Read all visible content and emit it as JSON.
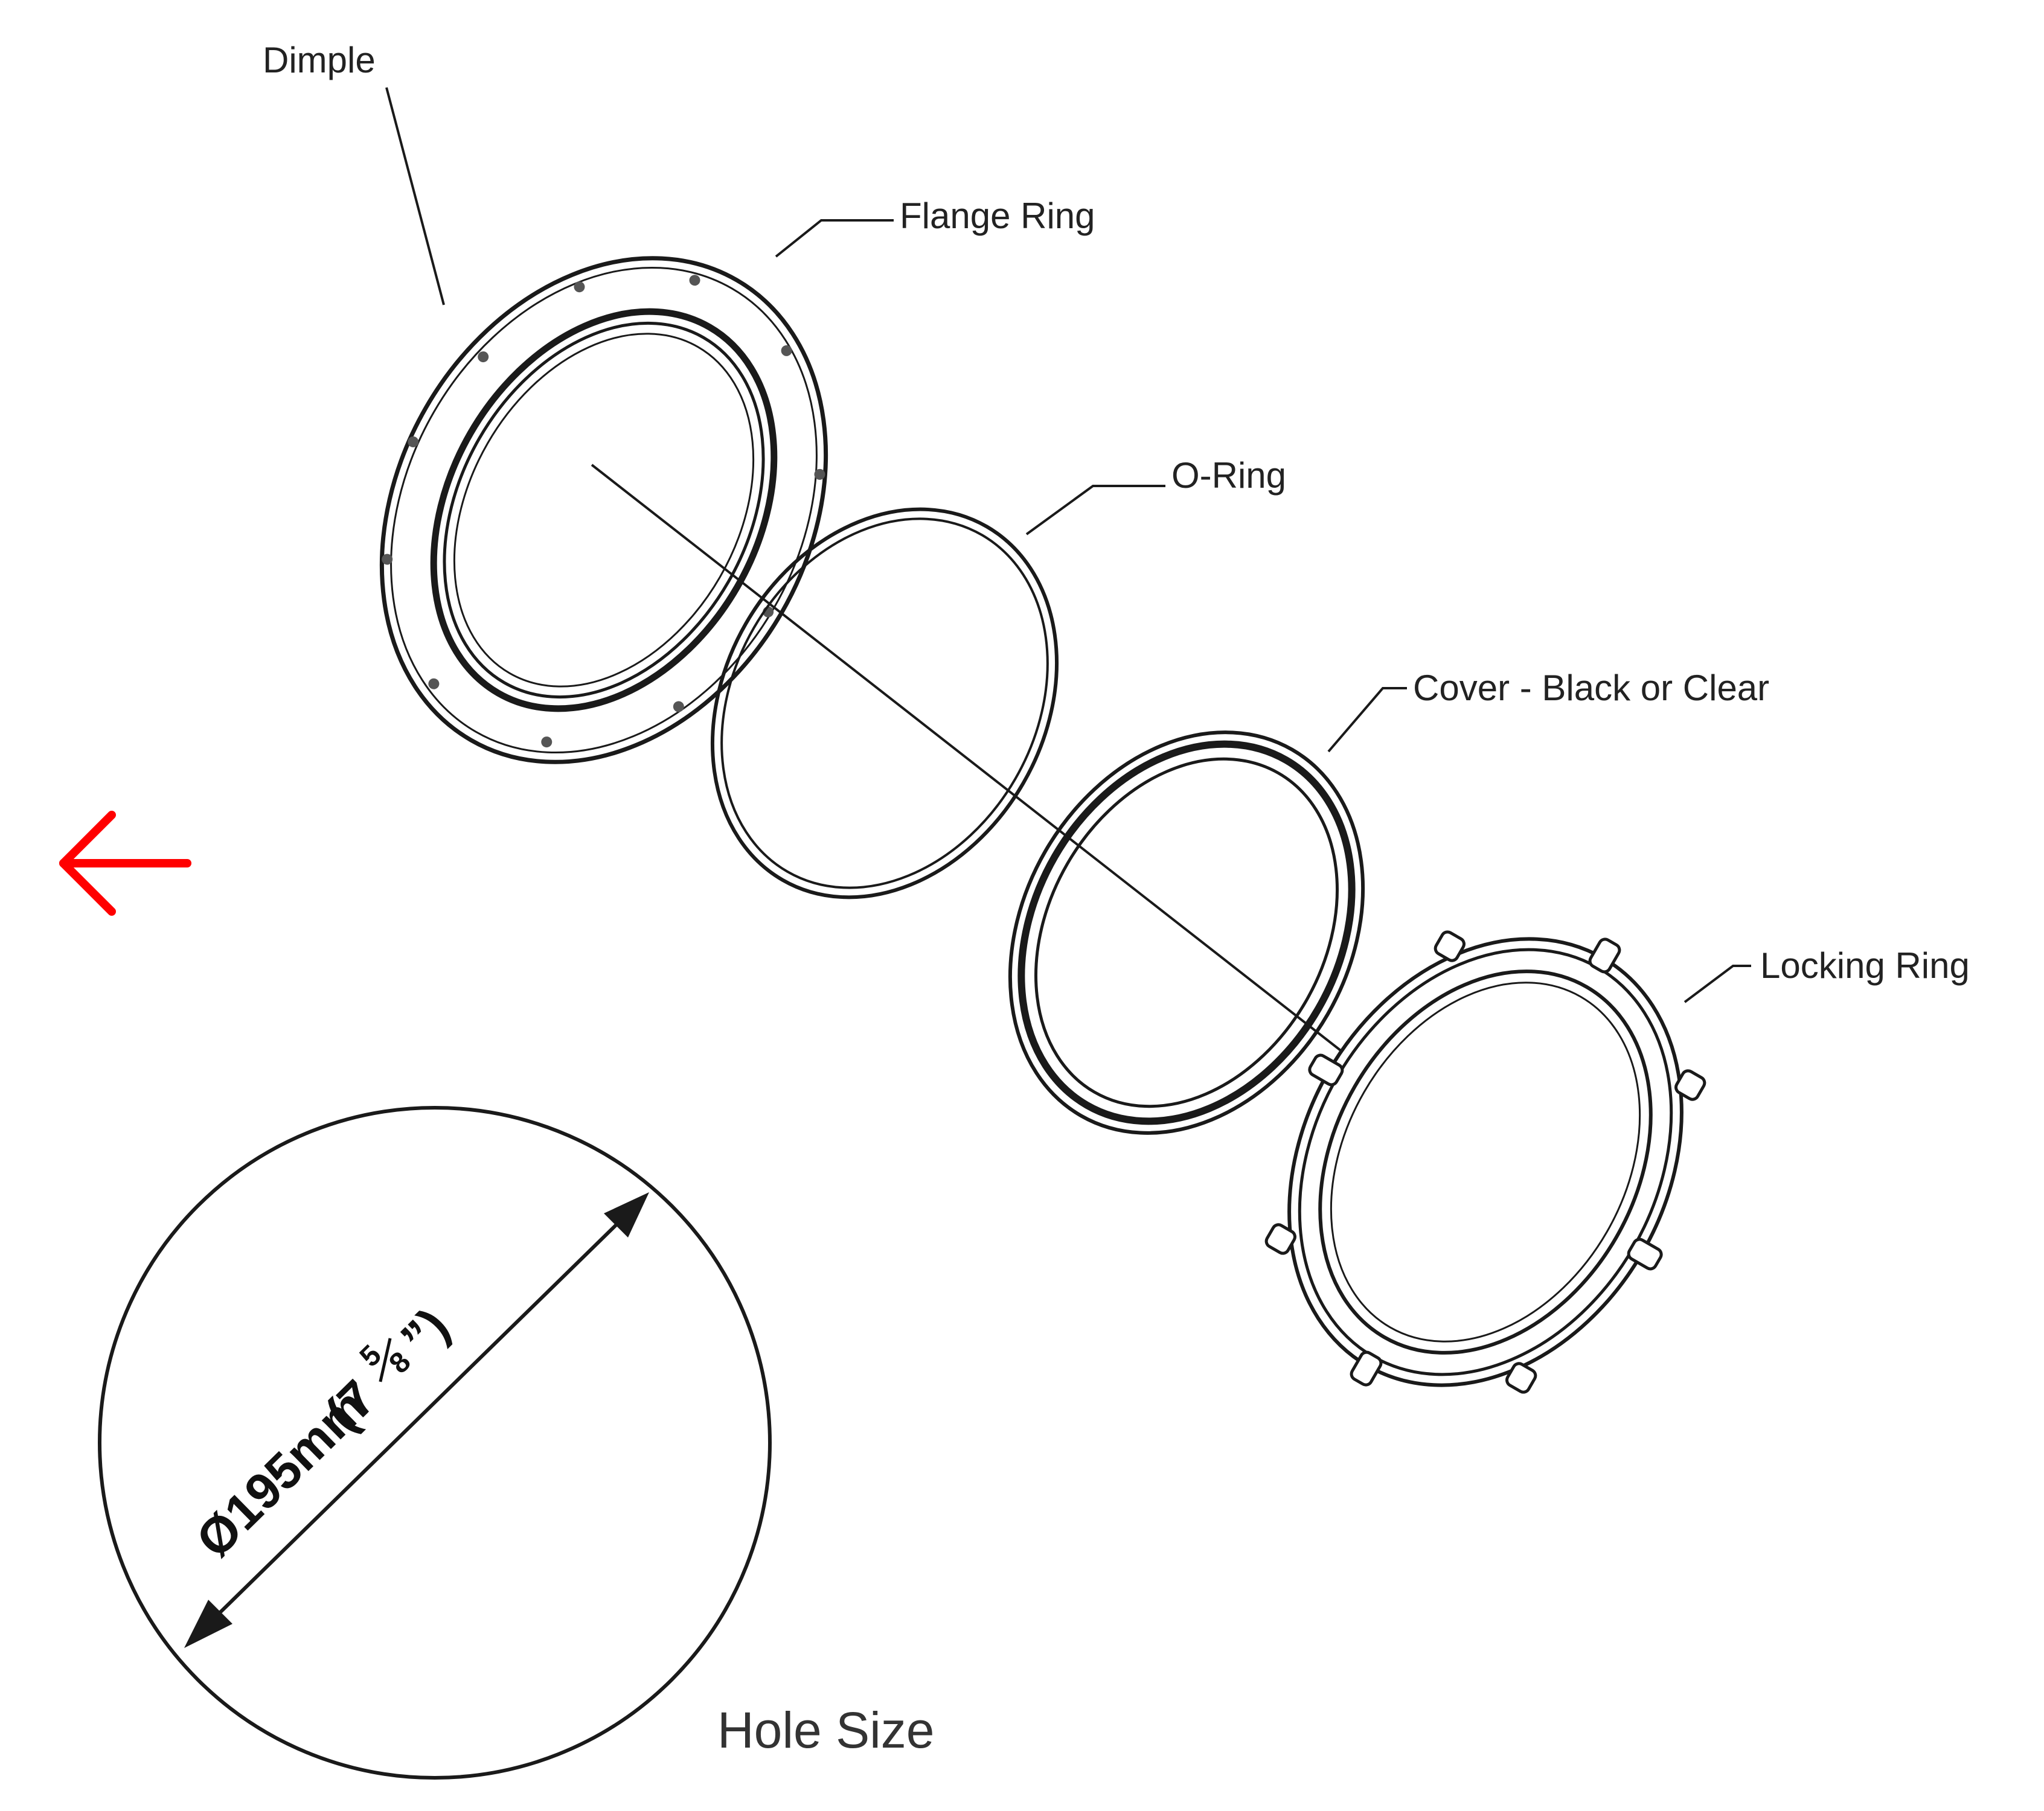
{
  "labels": {
    "dimple": "Dimple",
    "flange_ring": "Flange Ring",
    "o_ring": "O-Ring",
    "cover": "Cover - Black or Clear",
    "locking_ring": "Locking Ring",
    "hole_size": "Hole Size"
  },
  "dimension": {
    "metric": "Ø195mm",
    "open_paren": "(7",
    "frac_num": "5",
    "frac_den": "8",
    "close_paren": "”)"
  },
  "colors": {
    "line": "#1a1a1a",
    "arrow": "#ff0000"
  },
  "icons": {
    "back": "left-arrow-icon"
  }
}
